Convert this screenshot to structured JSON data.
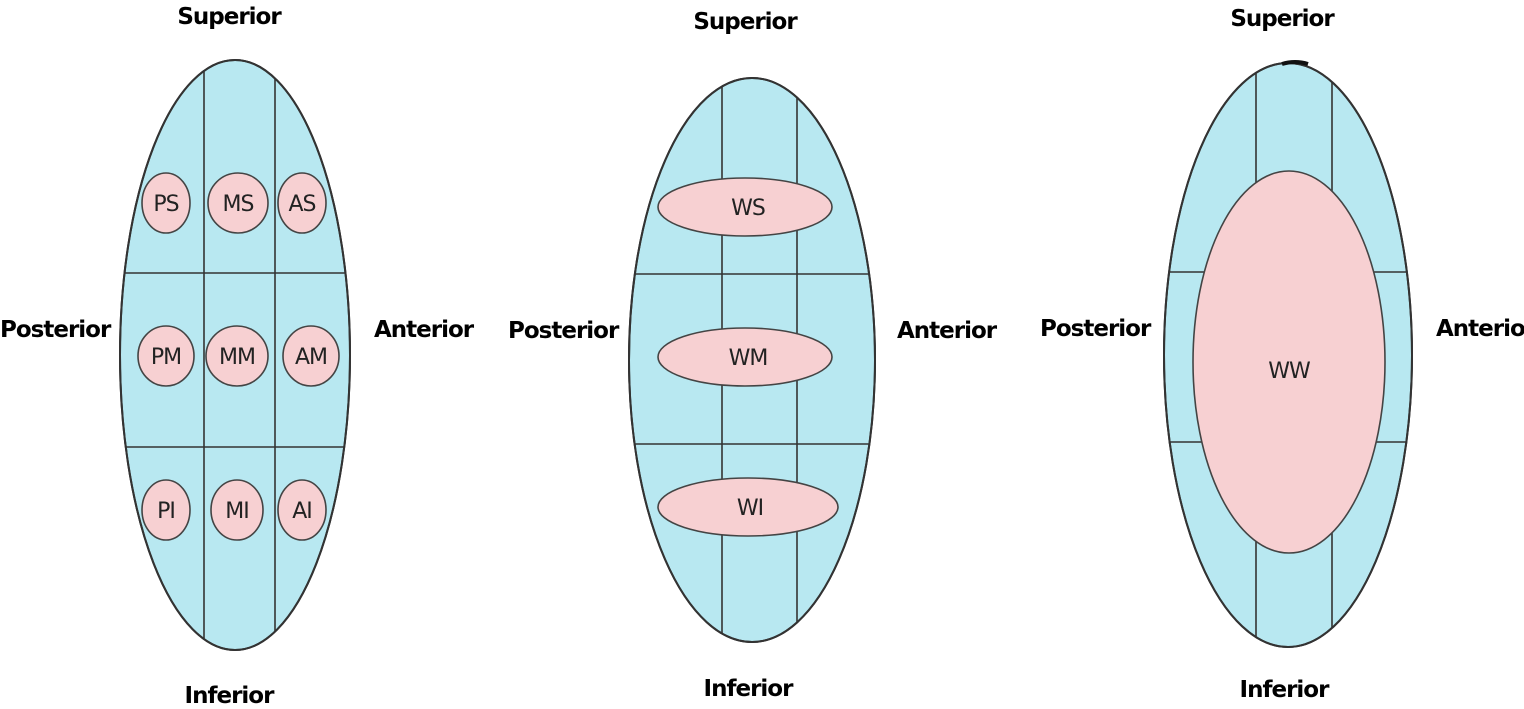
{
  "colors": {
    "background": "#b8e8f1",
    "zone": "#f7d0d2",
    "line": "#333333"
  },
  "diagrams": [
    {
      "labels": {
        "superior": "Superior",
        "inferior": "Inferior",
        "posterior": "Posterior",
        "anterior": "Anterior"
      },
      "zones": [
        "PS",
        "MS",
        "AS",
        "PM",
        "MM",
        "AM",
        "PI",
        "MI",
        "AI"
      ]
    },
    {
      "labels": {
        "superior": "Superior",
        "inferior": "Inferior",
        "posterior": "Posterior",
        "anterior": "Anterior"
      },
      "zones": [
        "WS",
        "WM",
        "WI"
      ]
    },
    {
      "labels": {
        "superior": "Superior",
        "inferior": "Inferior",
        "posterior": "Posterior",
        "anterior": "Anterior"
      },
      "zones": [
        "WW"
      ]
    }
  ]
}
